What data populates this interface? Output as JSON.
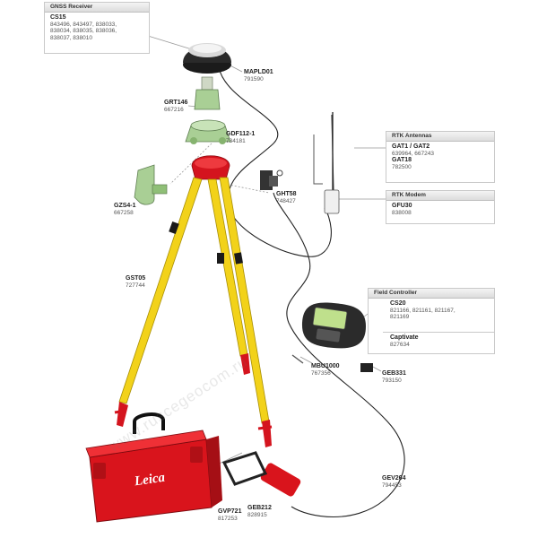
{
  "gnss_receiver": {
    "header": "GNSS Receiver",
    "model": "CS15",
    "codes_line1": "843496, 843497, 838033,",
    "codes_line2": "838034, 838035, 838036,",
    "codes_line3": "838037, 838010"
  },
  "mapldo1": {
    "name": "MAPLD01",
    "code": "791590"
  },
  "grt146": {
    "name": "GRT146",
    "code": "667216"
  },
  "gdf112": {
    "name": "GDF112-1",
    "code": "734181"
  },
  "gz54": {
    "name": "GZS4-1",
    "code": "667258"
  },
  "ght58": {
    "name": "GHT58",
    "code": "748427"
  },
  "gst05": {
    "name": "GST05",
    "code": "727744"
  },
  "rtk_antennas": {
    "header": "RTK Antennas",
    "name1": "GAT1 / GAT2",
    "codes1": "639964, 667243",
    "name2": "GAT18",
    "codes2": "782500"
  },
  "rtk_modem": {
    "header": "RTK Modem",
    "name": "GFU30",
    "code": "838008"
  },
  "field_controller": {
    "header": "Field Controller",
    "name": "CS20",
    "codes_line1": "821166, 821161, 821167,",
    "codes_line2": "821169",
    "name2": "Captivate",
    "code2": "827634"
  },
  "mbu1000": {
    "name": "MBU1000",
    "code": "767356"
  },
  "geb331": {
    "name": "GEB331",
    "code": "793150"
  },
  "gev264": {
    "name": "GEV264",
    "code": "794453"
  },
  "gvp721": {
    "name": "GVP721",
    "code": "817253"
  },
  "geb212": {
    "name": "GEB212",
    "code": "828915"
  },
  "case_logo": "Leica",
  "watermark": "www.ruscegeocom.ru",
  "colors": {
    "tripod_yellow": "#f2d21a",
    "tripod_red": "#d4141e",
    "case_red": "#d9141c",
    "accessory_green": "#a9cf95"
  }
}
